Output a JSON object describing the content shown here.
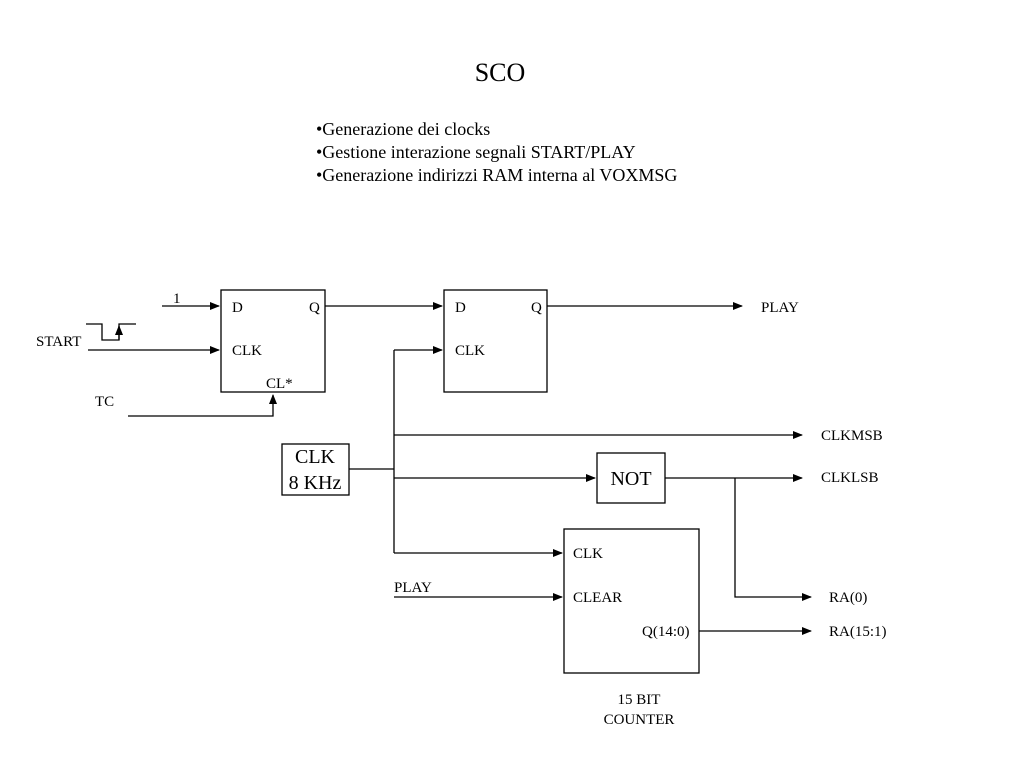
{
  "title": "SCO",
  "bullets": [
    "•Generazione dei clocks",
    "•Gestione interazione  segnali START/PLAY",
    "•Generazione indirizzi RAM interna al VOXMSG"
  ],
  "diagram": {
    "ff1": {
      "d": "D",
      "q": "Q",
      "clk": "CLK",
      "clear": "CL*"
    },
    "ff2": {
      "d": "D",
      "q": "Q",
      "clk": "CLK"
    },
    "inputs": {
      "one": "1",
      "start": "START",
      "tc": "TC",
      "play_in": "PLAY"
    },
    "clk_source": {
      "line1": "CLK",
      "line2": "8 KHz"
    },
    "not_gate": "NOT",
    "counter": {
      "clk": "CLK",
      "clear": "CLEAR",
      "q": "Q(14:0)",
      "caption1": "15 BIT",
      "caption2": "COUNTER"
    },
    "outputs": {
      "play": "PLAY",
      "clkmsb": "CLKMSB",
      "clklsb": "CLKLSB",
      "ra0": "RA(0)",
      "ra15": "RA(15:1)"
    }
  }
}
